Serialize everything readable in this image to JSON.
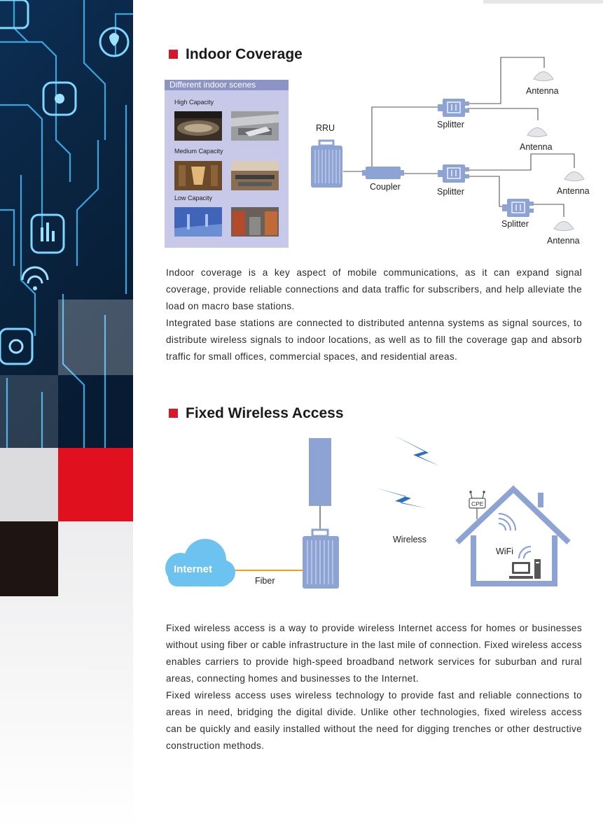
{
  "indoor": {
    "title": "Indoor Coverage",
    "panel_header": "Different indoor scenes",
    "capacities": [
      "High Capacity",
      "Medium Capacity",
      "Low Capacity"
    ],
    "diagram": {
      "rru": "RRU",
      "coupler": "Coupler",
      "splitters": [
        "Splitter",
        "Splitter",
        "Splitter"
      ],
      "antennas": [
        "Antenna",
        "Antenna",
        "Antenna",
        "Antenna"
      ]
    },
    "paragraphs": [
      "Indoor coverage is a key aspect of mobile communications, as it can expand signal coverage, provide reliable connections and data traffic for subscribers, and help alleviate the load on macro base stations.",
      "Integrated base stations are connected to distributed antenna systems as signal sources, to distribute wireless signals to indoor locations, as well as to fill the coverage gap and absorb traffic for small offices, commercial spaces, and residential areas."
    ]
  },
  "fwa": {
    "title": "Fixed Wireless Access",
    "diagram": {
      "internet": "Internet",
      "fiber": "Fiber",
      "wireless": "Wireless",
      "cpe": "CPE",
      "wifi": "WiFi"
    },
    "paragraphs": [
      "Fixed wireless access is a way to provide wireless Internet access for homes or businesses without using fiber or cable infrastructure in the last mile of connection.  Fixed wireless access enables carriers to provide high-speed broadband network services for suburban and rural areas, connecting homes and businesses to the Internet.",
      "Fixed wireless access uses wireless technology to provide fast and reliable connections to areas in need, bridging the digital divide.  Unlike other technologies, fixed wireless access can be quickly and easily installed without the need for digging trenches or other destructive construction methods."
    ]
  },
  "colors": {
    "accent_red": "#d7182a",
    "diagram_blue": "#8da3d4",
    "panel_lavender": "#c8c8e8"
  }
}
